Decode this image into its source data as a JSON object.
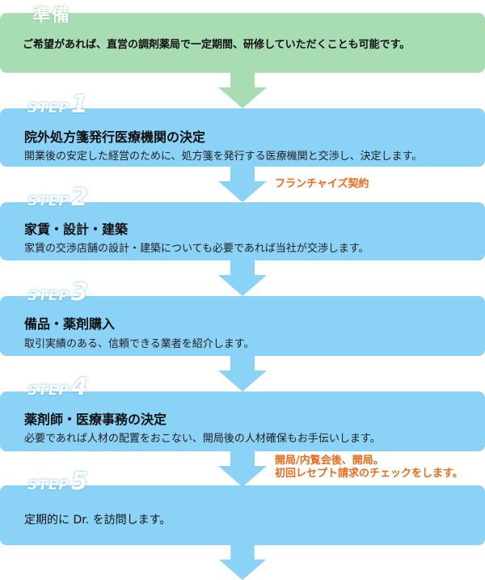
{
  "colors": {
    "prep_box": "#a8ddb4",
    "step_box": "#8ad2f6",
    "green_arrow": "#a8ddb4",
    "blue_arrow": "#8ad2f6",
    "note_text": "#ee6a1a"
  },
  "preparation": {
    "title": "準備",
    "description": "ご希望があれば、直営の調剤薬局で一定期間、研修していただくことも可能です。"
  },
  "steps": [
    {
      "word": "STEP",
      "number": "1",
      "title": "院外処方箋発行医療機関の決定",
      "description": "開業後の安定した経営のために、処方箋を発行する医療機関と交渉し、決定します。"
    },
    {
      "word": "STEP",
      "number": "2",
      "title": "家賃・設計・建築",
      "description": "家賃の交渉店舗の設計・建築についても必要であれば当社が交渉します。"
    },
    {
      "word": "STEP",
      "number": "3",
      "title": "備品・薬剤購入",
      "description": "取引実績のある、信頼できる業者を紹介します。"
    },
    {
      "word": "STEP",
      "number": "4",
      "title": "薬剤師・医療事務の決定",
      "description": "必要であれば人材の配置をおこない、開局後の人材確保もお手伝いします。"
    },
    {
      "word": "STEP",
      "number": "5",
      "title": "",
      "description": "定期的に Dr. を訪問します。"
    }
  ],
  "notes": {
    "franchise": "フランチャイズ契約",
    "opening_line1": "開局/内覧会後、開局。",
    "opening_line2": "初回レセプト請求のチェックをします。"
  }
}
